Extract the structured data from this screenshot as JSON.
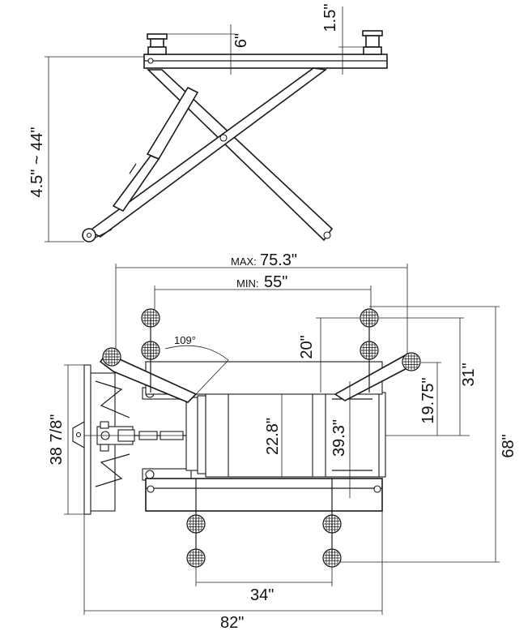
{
  "dimensions": {
    "side_view": {
      "height_range": "4.5\" ~ 44\"",
      "top_offset": "6\"",
      "pad_height": "1.5\""
    },
    "top_view": {
      "max_label": "MAX:",
      "max_value": "75.3\"",
      "min_label": "MIN:",
      "min_value": "55\"",
      "angle": "109°",
      "arm_offset": "20\"",
      "width_19_75": "19.75\"",
      "width_31": "31\"",
      "overall_depth": "68\"",
      "frame_width": "38 7/8\"",
      "inner_width": "22.8\"",
      "platform_width": "39.3\"",
      "pad_spacing": "34\"",
      "overall_length": "82\""
    }
  }
}
